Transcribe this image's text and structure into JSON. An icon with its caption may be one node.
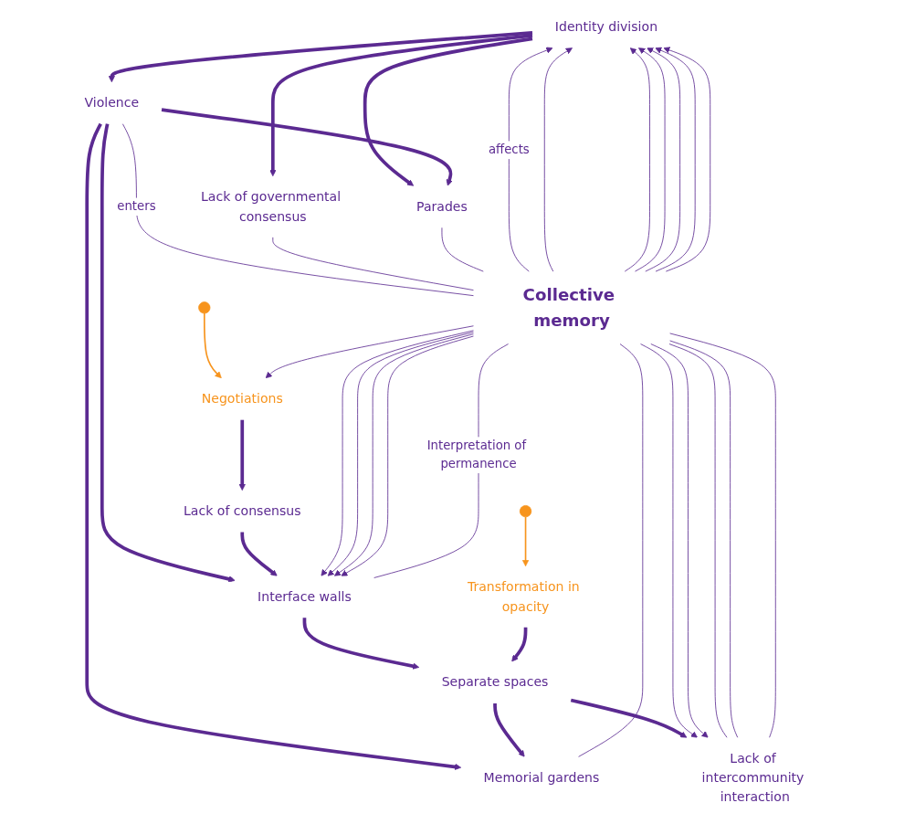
{
  "diagram": {
    "nodes": [
      {
        "text": [
          "Identity division"
        ]
      },
      {
        "text": [
          "Violence"
        ]
      },
      {
        "text": [
          "Lack of governmental consensus"
        ]
      },
      {
        "text": [
          "Parades"
        ]
      },
      {
        "text": [
          "Interface walls"
        ]
      },
      {
        "text": [],
        "shape": "asterisk"
      },
      {
        "text": [],
        "shape": "asterisk"
      },
      {
        "text": [
          "Negotiations"
        ]
      },
      {
        "text": [
          "Memorial gardens"
        ]
      },
      {
        "text": [
          "Separate spaces"
        ]
      },
      {
        "text": [
          "Transformation in opacity"
        ]
      },
      {
        "text": [
          "Lack of consensus"
        ]
      },
      {
        "text": [
          "Lack of intercommunity interaction"
        ]
      },
      {
        "text": [
          "Collective memory"
        ]
      }
    ],
    "edges": [
      {
        "from": 0,
        "to": 2,
        "arrow": "to",
        "style": "thick"
      },
      {
        "from": 0,
        "to": 3,
        "arrow": "to",
        "style": "thick"
      },
      {
        "from": 0,
        "to": 1,
        "arrow": "to",
        "style": "thick"
      },
      {
        "from": 1,
        "to": 3,
        "arrow": "to",
        "style": "thick"
      },
      {
        "from": 1,
        "to": 8,
        "arrow": "to",
        "style": "thick"
      },
      {
        "from": 1,
        "to": 4,
        "arrow": "to",
        "style": "thick"
      },
      {
        "from": 4,
        "to": 9,
        "arrow": "to",
        "style": "thick"
      },
      {
        "from": 9,
        "to": 8,
        "arrow": "to",
        "style": "thick"
      },
      {
        "from": 9,
        "to": 12,
        "arrow": "to",
        "style": "thick"
      },
      {
        "from": 10,
        "to": 9,
        "arrow": "to",
        "style": "thick"
      },
      {
        "from": 11,
        "to": 4,
        "arrow": "to",
        "style": "thick"
      },
      {
        "from": 7,
        "to": 11,
        "arrow": "to",
        "style": "thick"
      },
      {
        "from": 5,
        "to": 10,
        "arrow": "to",
        "color": "#f7941d"
      },
      {
        "from": 6,
        "to": 7,
        "arrow": "to",
        "color": "#f7941d"
      },
      {
        "from": 1,
        "to": 13,
        "arrow": "none",
        "label": "enters"
      },
      {
        "from": 2,
        "to": 13,
        "arrow": "none"
      },
      {
        "from": 3,
        "to": 13,
        "arrow": "none"
      },
      {
        "from": 4,
        "to": 13,
        "arrow": "none",
        "label": "Interpretation of permanence"
      },
      {
        "from": 8,
        "to": 13,
        "arrow": "none"
      },
      {
        "from": 12,
        "to": 13,
        "arrow": "none"
      },
      {
        "from": 12,
        "to": 13,
        "arrow": "none"
      },
      {
        "from": 12,
        "to": 13,
        "arrow": "none"
      },
      {
        "from": 13,
        "to": 0,
        "arrow": "to",
        "label": "affects"
      },
      {
        "from": 13,
        "to": 0,
        "arrow": "to"
      },
      {
        "from": 13,
        "to": 0,
        "arrow": "to"
      },
      {
        "from": 13,
        "to": 0,
        "arrow": "to"
      },
      {
        "from": 13,
        "to": 0,
        "arrow": "to"
      },
      {
        "from": 13,
        "to": 0,
        "arrow": "to"
      },
      {
        "from": 13,
        "to": 0,
        "arrow": "to"
      },
      {
        "from": 13,
        "to": 4,
        "arrow": "to"
      },
      {
        "from": 13,
        "to": 4,
        "arrow": "to"
      },
      {
        "from": 13,
        "to": 4,
        "arrow": "to"
      },
      {
        "from": 13,
        "to": 4,
        "arrow": "to"
      },
      {
        "from": 13,
        "to": 7,
        "arrow": "to"
      },
      {
        "from": 13,
        "to": 12,
        "arrow": "to"
      },
      {
        "from": 13,
        "to": 12,
        "arrow": "to"
      }
    ]
  }
}
